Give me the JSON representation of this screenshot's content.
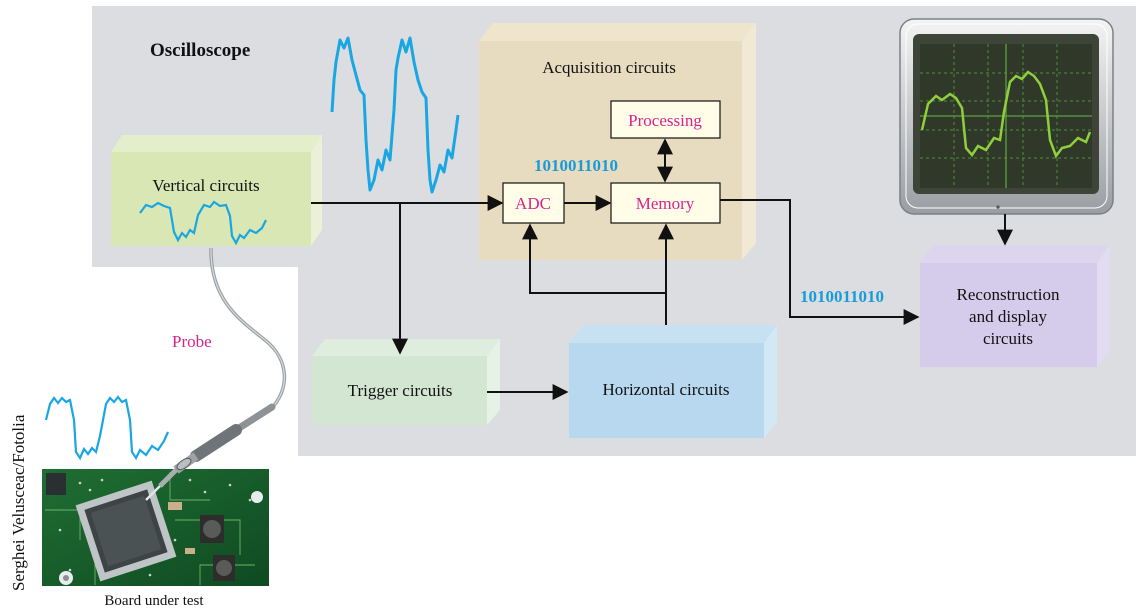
{
  "diagram": {
    "title": "Oscilloscope",
    "blocks": {
      "vertical": "Vertical circuits",
      "acquisition": "Acquisition circuits",
      "processing": "Processing",
      "adc": "ADC",
      "memory": "Memory",
      "trigger": "Trigger circuits",
      "horizontal": "Horizontal circuits",
      "reconstruction_line1": "Reconstruction",
      "reconstruction_line2": "and display",
      "reconstruction_line3": "circuits"
    },
    "binary_labels": {
      "adc_output": "1010011010",
      "display_input": "1010011010"
    },
    "probe_label": "Probe",
    "board_caption": "Board under test",
    "credit": "Serghei Velusceac/Fotolia"
  },
  "colors": {
    "panel_bg": "#dcdde0",
    "waveform_blue": "#1aa6e2",
    "binary_blue": "#1a9ad6",
    "magenta_text": "#d6248c",
    "vertical_block": "#d9e7b4",
    "acquisition_block": "#e8dcc0",
    "trigger_block": "#d2e6d2",
    "horizontal_block": "#b7d8ee",
    "reconstruction_block": "#d4ccea",
    "screen_trace": "#8fcf3c"
  },
  "icons": [
    "oscilloscope-screen-icon",
    "probe-icon",
    "circuit-board-icon"
  ]
}
